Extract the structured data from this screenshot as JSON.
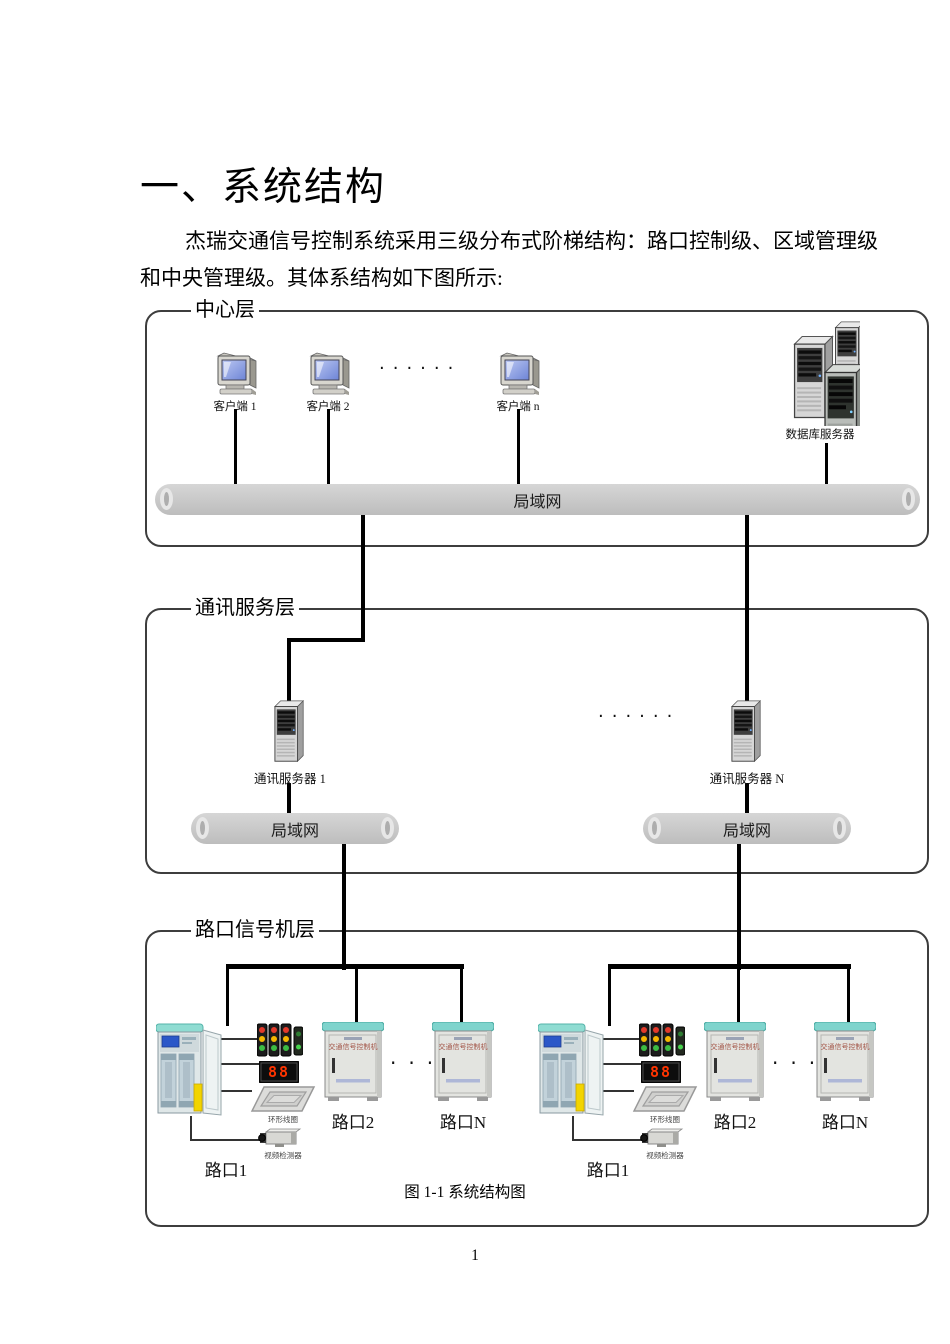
{
  "doc": {
    "title": "一、系统结构",
    "paragraph": {
      "line1": "杰瑞交通信号控制系统采用三级分布式阶梯结构：路口控制级、区域管理级",
      "line2": "和中央管理级。其体系结构如下图所示:"
    },
    "figure_caption": "图 1-1 系统结构图",
    "page_number": "1"
  },
  "diagram": {
    "center_layer": {
      "label": "中心层",
      "clients": [
        {
          "label": "客户端 1"
        },
        {
          "label": "客户端 2"
        },
        {
          "label": "客户端 n"
        }
      ],
      "ellipsis": "······",
      "database_server_label": "数据库服务器",
      "lan_label": "局域网"
    },
    "comm_layer": {
      "label": "通讯服务层",
      "server_1_label": "通讯服务器 1",
      "server_n_label": "通讯服务器 N",
      "ellipsis": "······",
      "lan_left_label": "局域网",
      "lan_right_label": "局域网"
    },
    "junction_layer": {
      "label": "路口信号机层",
      "cabinet_panel_text": "交通信号控制机",
      "countdown_digits": "88",
      "loop_coil_label": "环形线圈",
      "video_detector_label": "视频检测器",
      "ellipsis": "···",
      "left_group": {
        "junction1": "路口1",
        "junction2": "路口2",
        "junctionN": "路口N"
      },
      "right_group": {
        "junction1": "路口1",
        "junction2": "路口2",
        "junctionN": "路口N"
      }
    },
    "colors": {
      "cabinet_top_teal": "#7fd4cd",
      "lan_bar_gray": "#c9c9c9",
      "connector_black": "#000000",
      "screen_blue": "#8b9fe0",
      "countdown_red": "#ff3400",
      "cabinet_text_red": "#a35648",
      "warning_yellow": "#f2d400"
    }
  }
}
